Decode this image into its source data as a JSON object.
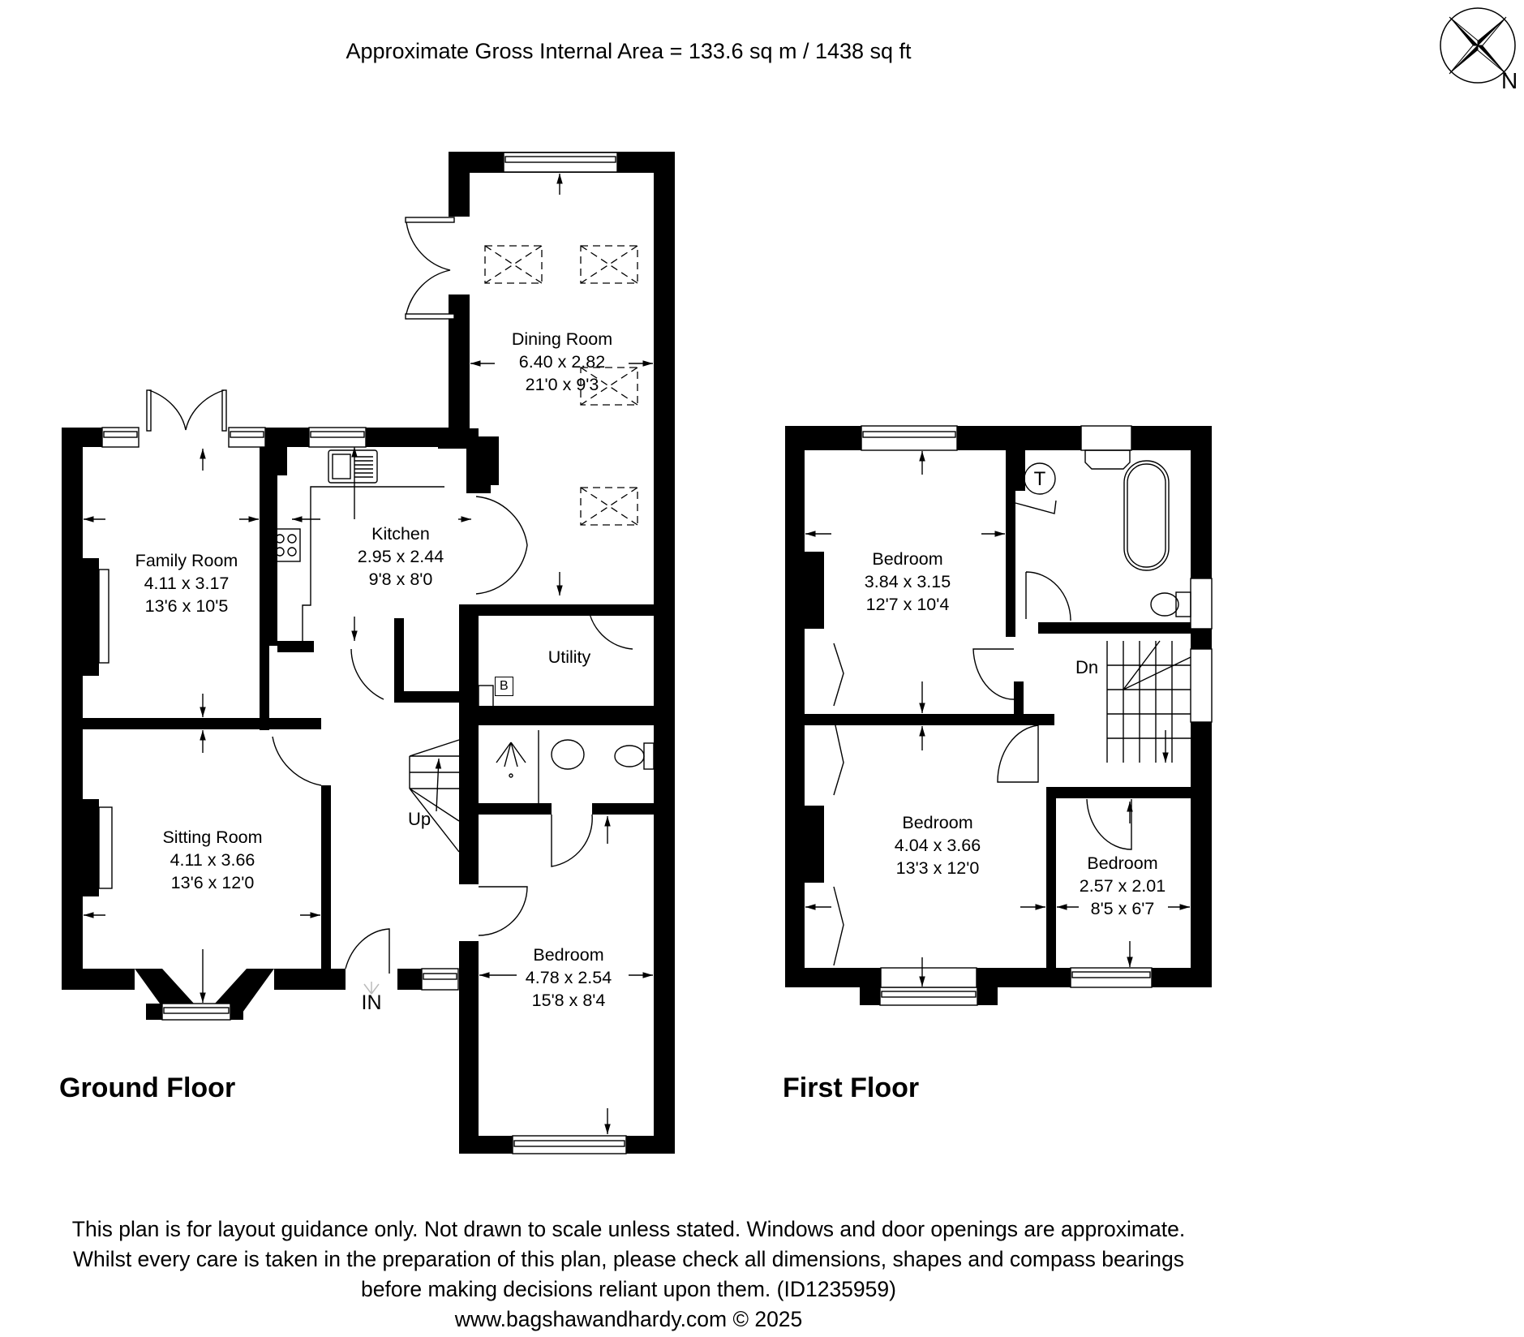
{
  "header": {
    "title": "Approximate Gross Internal Area = 133.6 sq m / 1438 sq ft"
  },
  "compass": {
    "icon": "compass-rose-icon",
    "north_label": "N"
  },
  "ground_floor": {
    "label": "Ground Floor",
    "rooms": [
      {
        "name": "Dining Room",
        "metric": "6.40 x 2.82",
        "imperial": "21'0 x 9'3"
      },
      {
        "name": "Family Room",
        "metric": "4.11 x 3.17",
        "imperial": "13'6 x 10'5"
      },
      {
        "name": "Kitchen",
        "metric": "2.95 x 2.44",
        "imperial": "9'8 x 8'0"
      },
      {
        "name": "Utility",
        "metric": "",
        "imperial": ""
      },
      {
        "name": "Sitting Room",
        "metric": "4.11 x 3.66",
        "imperial": "13'6 x 12'0"
      },
      {
        "name": "Bedroom",
        "metric": "4.78 x 2.54",
        "imperial": "15'8 x 8'4"
      }
    ],
    "markers": {
      "stairs": "Up",
      "entrance": "IN",
      "boiler": "B"
    }
  },
  "first_floor": {
    "label": "First Floor",
    "rooms": [
      {
        "name": "Bedroom",
        "metric": "3.84 x 3.15",
        "imperial": "12'7 x 10'4"
      },
      {
        "name": "Bedroom",
        "metric": "4.04 x 3.66",
        "imperial": "13'3 x 12'0"
      },
      {
        "name": "Bedroom",
        "metric": "2.57 x 2.01",
        "imperial": "8'5 x 6'7"
      }
    ],
    "markers": {
      "stairs": "Dn",
      "tank": "T"
    }
  },
  "footer": {
    "lines": [
      "This plan is for layout guidance only. Not drawn to scale unless stated. Windows and door openings are approximate.",
      "Whilst every care is taken in the preparation of this plan, please check all dimensions, shapes and compass bearings",
      "before making decisions reliant upon them. (ID1235959)"
    ],
    "website": "www.bagshawandhardy.com",
    "copyright": "© 2025"
  }
}
